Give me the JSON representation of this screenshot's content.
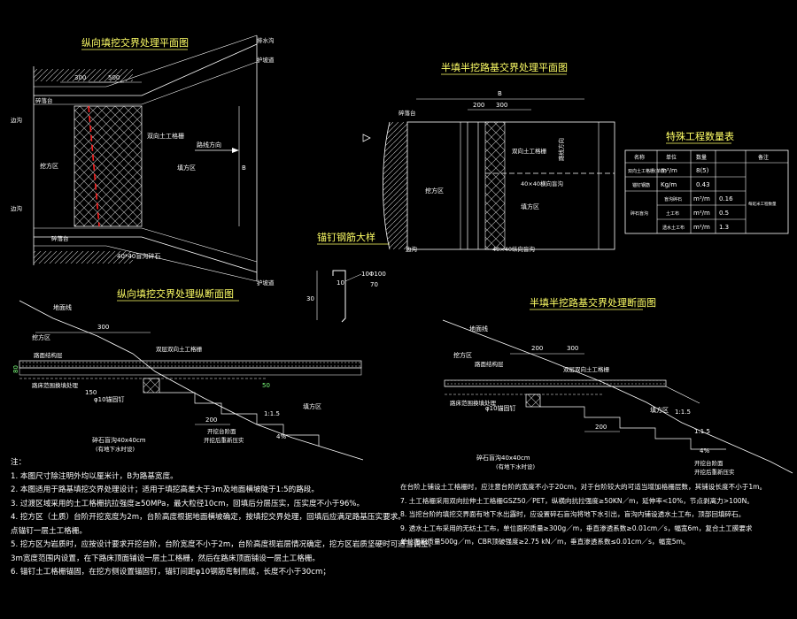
{
  "titles": {
    "plan_left": "纵向填挖交界处理平面图",
    "section_left": "纵向填挖交界处理纵断面图",
    "plan_right": "半填半挖路基交界处理平面图",
    "section_right": "半填半挖路基交界处理断面图",
    "anchor_detail": "锚钉钢筋大样",
    "quantity_table": "特殊工程数量表"
  },
  "plan_left": {
    "dim_300": "300",
    "dim_500": "500",
    "dim_B": "B",
    "label_drain_top": "排水沟",
    "label_shoulder_top": "护坡道",
    "label_side_ditch_top": "边沟",
    "label_pavement": "碎落台",
    "label_cut_zone": "挖方区",
    "label_geogrid": "双向土工格栅",
    "label_road_center": "路线方向",
    "label_fill_zone": "填方区",
    "label_side_ditch_bottom": "边沟",
    "label_pavement_bottom": "碎落台",
    "label_drain_pipe": "40*40盲沟碎石",
    "label_shoulder_bottom": "护坡道"
  },
  "section_left": {
    "label_ground": "地面线",
    "label_cut": "挖方区",
    "dim_300": "300",
    "label_geogrid": "双层双向土工格栅",
    "label_road_structure": "路面结构层",
    "label_subgrade": "路床范围换填处理",
    "dim_80": "80",
    "dim_50": "50",
    "dim_150": "150",
    "label_anchor": "φ10锚固钉",
    "dim_200": "200",
    "label_slope": "1:1.5",
    "label_fill": "填方区",
    "label_excavation": "开挖台阶面",
    "label_excavation2": "开挖后重新压实",
    "label_drain": "碎石盲沟40x40cm",
    "label_drain2": "(有地下水时设)",
    "label_4pct": "4%"
  },
  "anchor": {
    "dim_10": "10",
    "dim_30": "30",
    "label_spec": "10Φ100",
    "label_70": "70"
  },
  "plan_right": {
    "dim_B": "B",
    "dim_200": "200",
    "dim_300": "300",
    "label_pavement": "碎落台",
    "label_geogrid": "双向土工格栅",
    "label_drain_pipe": "40×40横向盲沟",
    "label_cut": "挖方区",
    "label_fill": "填方区",
    "label_road_dir": "路线方向",
    "label_side_ditch": "边沟",
    "label_drain_bottom": "40×40纵向盲沟"
  },
  "quantity_table": {
    "headers": [
      "名称",
      "单位",
      "数量",
      "备注"
    ],
    "rows": [
      [
        "双向土工格栅(单层)",
        "m²/m",
        "8(5)",
        ""
      ],
      [
        "锚钉钢筋",
        "Kg/m",
        "0.43",
        ""
      ],
      [
        "盲沟碎石",
        "m³/m",
        "0.16",
        "每延米工程数量"
      ],
      [
        "土工布",
        "m²/m",
        "0.5",
        ""
      ],
      [
        "透水土工布",
        "m²/m",
        "1.3",
        ""
      ]
    ],
    "group_label": "碎石盲沟"
  },
  "section_right": {
    "label_ground": "地面线",
    "label_cut": "挖方区",
    "dim_200": "200",
    "dim_300": "300",
    "label_road_structure": "路面结构层",
    "label_geogrid": "双层双向土工格栅",
    "label_subgrade": "路床范围换填处理",
    "label_anchor": "φ10锚固钉",
    "dim_200b": "200",
    "label_fill": "填方区",
    "label_slope1": "1:1.5",
    "label_slope2": "1:1.5",
    "label_drain": "碎石盲沟40x40cm",
    "label_drain2": "(有地下水时设)",
    "label_step": "开挖台阶面",
    "label_step2": "开挖后重新压实",
    "label_4pct": "4%"
  },
  "notes_left": [
    "注：",
    "1. 本图尺寸除注明外均以厘米计，B为路基宽度。",
    "2. 本图适用于路基填挖交界处理设计；适用于填挖高差大于3m及地面横坡陡于1:5的路段。",
    "3. 过渡区域采用的土工格栅抗拉强度≥50MPa，最大粒径10cm，回填后分层压实，压实度不小于96%。",
    "4. 挖方区（土质）台阶开挖宽度为2m，台阶高度根据地面横坡确定，按填挖交界处理，回填后应满足路基压实要求。",
    "   点锚钉一层土工格栅。",
    "5. 挖方区为岩质时，应按设计要求开挖台阶，台阶宽度不小于2m，台阶高度视岩层情况确定，挖方区岩质坚硬时可适当调整。",
    "   3m宽度范围内设置，在下路床顶面铺设一层土工格栅，然后在路床顶面铺设一层土工格栅。",
    "6. 锚钉土工格栅锚固，在挖方侧设置锚固钉，锚钉间距φ10钢筋弯制而成，长度不小于30cm；"
  ],
  "notes_right": [
    "在台阶上铺设土工格栅时，应注意台阶的宽度不小于20cm，对于台阶较大的可适当增加格栅层数，其铺设长度不小于1m。",
    "7. 土工格栅采用双向拉伸土工格栅GSZ50／PET，纵横向抗拉强度≥50KN／m，延伸率<10%，节点剥离力>100N。",
    "8. 当挖台阶的填挖交界面有地下水出露时，应设置碎石盲沟将地下水引出，盲沟内铺设透水土工布，顶部回填碎石。",
    "9. 透水土工布采用的无纺土工布，单位面积质量≥300g／m，垂直渗透系数≥0.01cm／s，幅宽6m，复合土工膜要求",
    "   单位面积质量500g／m，CBR顶破强度≥2.75 kN／m，垂直渗透系数≤0.01cm／s，幅宽5m。"
  ],
  "colors": {
    "background": "#000000",
    "line_white": "#ffffff",
    "title_yellow": "#ffff66",
    "red_centerline": "#ff2020",
    "green_text": "#7cff7c",
    "magenta": "#ff66ff",
    "cyan": "#66ffff"
  }
}
